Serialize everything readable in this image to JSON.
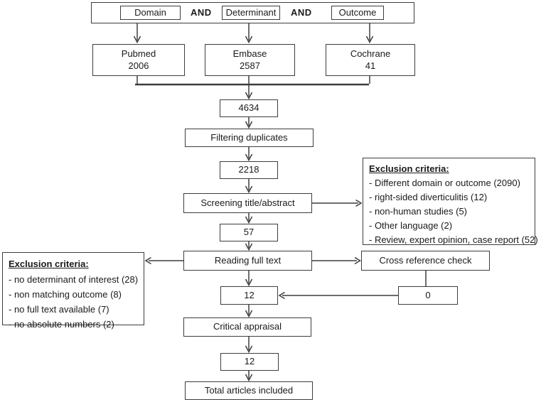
{
  "header": {
    "operator": "AND",
    "terms": [
      {
        "label": "Domain"
      },
      {
        "label": "Determinant"
      },
      {
        "label": "Outcome"
      }
    ]
  },
  "sources": [
    {
      "name": "Pubmed",
      "count": "2006"
    },
    {
      "name": "Embase",
      "count": "2587"
    },
    {
      "name": "Cochrane",
      "count": "41"
    }
  ],
  "flow": {
    "merged_total": "4634",
    "filtering_label": "Filtering duplicates",
    "after_duplicates": "2218",
    "screening_label": "Screening title/abstract",
    "after_screening": "57",
    "reading_label": "Reading full text",
    "after_reading": "12",
    "cross_reference_label": "Cross reference check",
    "cross_reference_count": "0",
    "critical_appraisal_label": "Critical appraisal",
    "after_appraisal": "12",
    "total_label": "Total articles included"
  },
  "exclusion_screening": {
    "title": "Exclusion criteria:",
    "items": [
      "- Different domain or outcome (2090)",
      "- right-sided diverticulitis (12)",
      "- non-human studies (5)",
      "- Other language (2)",
      "- Review, expert opinion, case report (52)"
    ]
  },
  "exclusion_fulltext": {
    "title": "Exclusion criteria:",
    "items": [
      "- no determinant of interest (28)",
      "- non matching outcome (8)",
      "- no full text available (7)",
      "- no absolute numbers (2)"
    ]
  },
  "colors": {
    "border": "#3d3d3d",
    "text": "#1a1a1a",
    "background": "#ffffff"
  }
}
